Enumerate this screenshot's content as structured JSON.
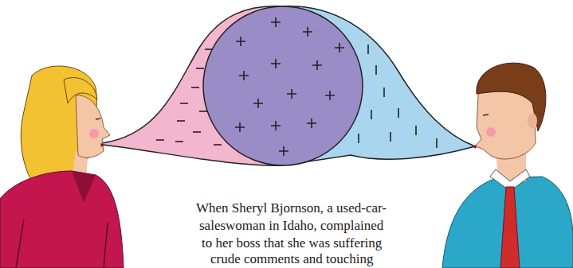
{
  "diagram": {
    "labels": [
      "When Sheryl Bjornson, a used-car-",
      "saleswoman in Idaho, complained",
      "to her boss that she was suffering",
      "crude comments and touching"
    ]
  }
}
